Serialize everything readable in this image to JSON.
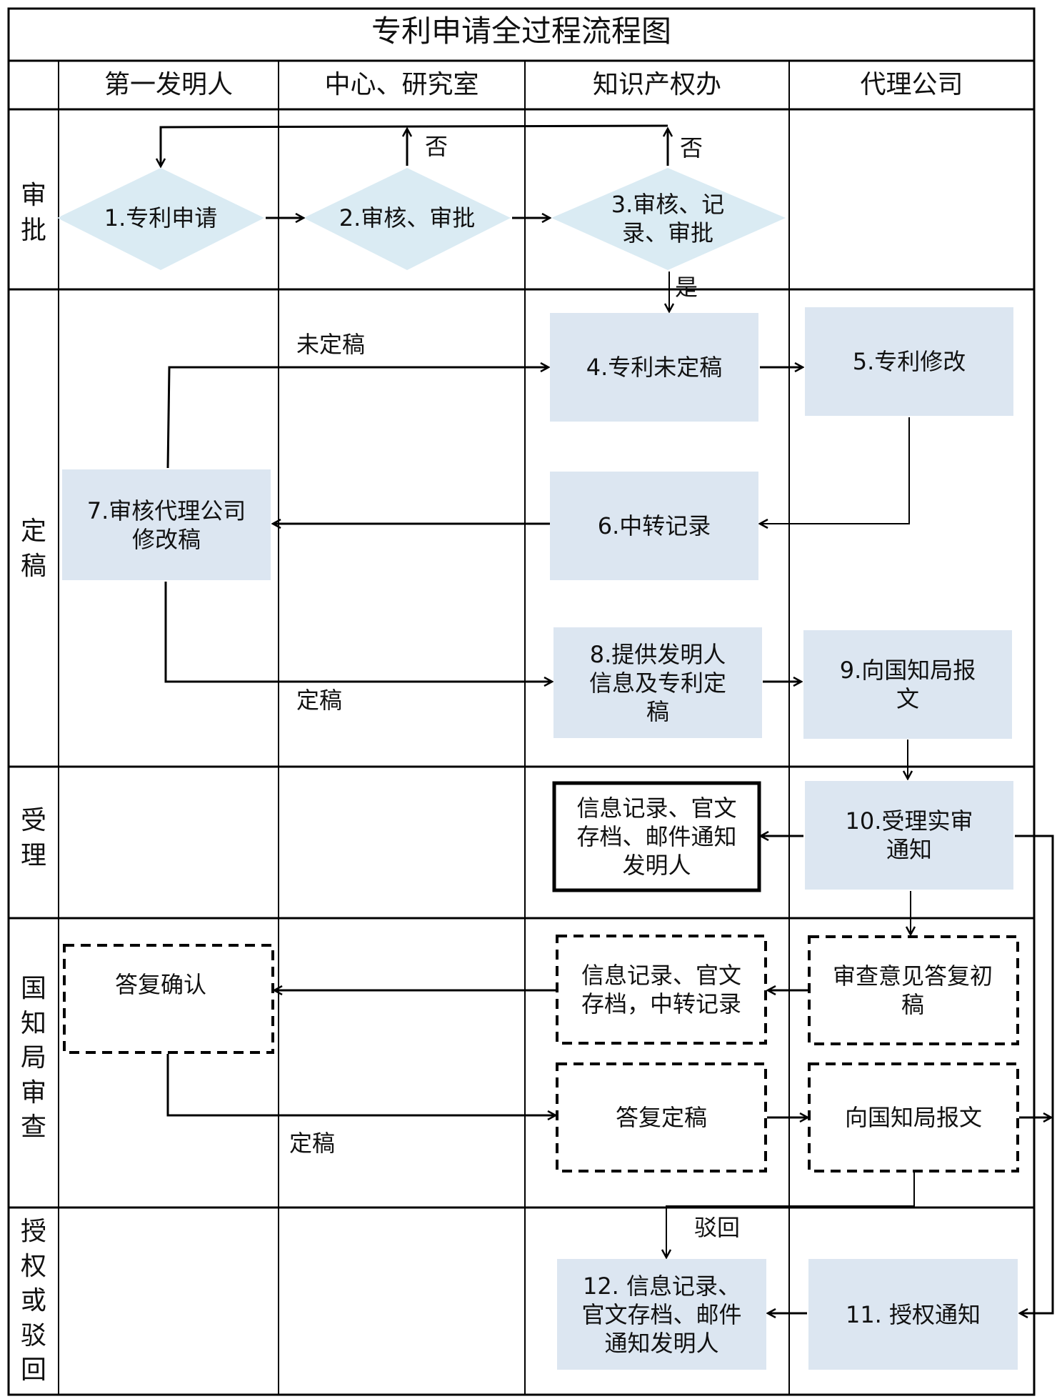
{
  "title": "专利申请全过程流程图",
  "columns": [
    "第一发明人",
    "中心、研究室",
    "知识产权办",
    "代理公司"
  ],
  "lanes": [
    "审批",
    "定稿",
    "受理",
    "国知局审查",
    "授权或驳回"
  ],
  "colors": {
    "process_fill": "#dce6f1",
    "decision_fill": "#daebf3",
    "line": "#000000"
  },
  "nodes": {
    "n1": "1.专利申请",
    "n2": "2.审核、审批",
    "n3": "3.审核、记录、审批",
    "n4": "4.专利未定稿",
    "n5": "5.专利修改",
    "n6": "6.中转记录",
    "n7": "7.审核代理公司修改稿",
    "n8": "8.提供发明人信息及专利定稿",
    "n9": "9.向国知局报文",
    "n10": "10.受理实审通知",
    "n10b": "信息记录、官文存档、邮件通知发明人",
    "e1": "审查意见答复初稿",
    "e2": "信息记录、官文存档，中转记录",
    "e3": "答复确认",
    "e4": "答复定稿",
    "e5": "向国知局报文",
    "n11": "11. 授权通知",
    "n12": "12. 信息记录、官文存档、邮件通知发明人"
  },
  "edge_labels": {
    "no1": "否",
    "no2": "否",
    "yes": "是",
    "not_final": "未定稿",
    "final1": "定稿",
    "final2": "定稿",
    "reject": "驳回"
  }
}
